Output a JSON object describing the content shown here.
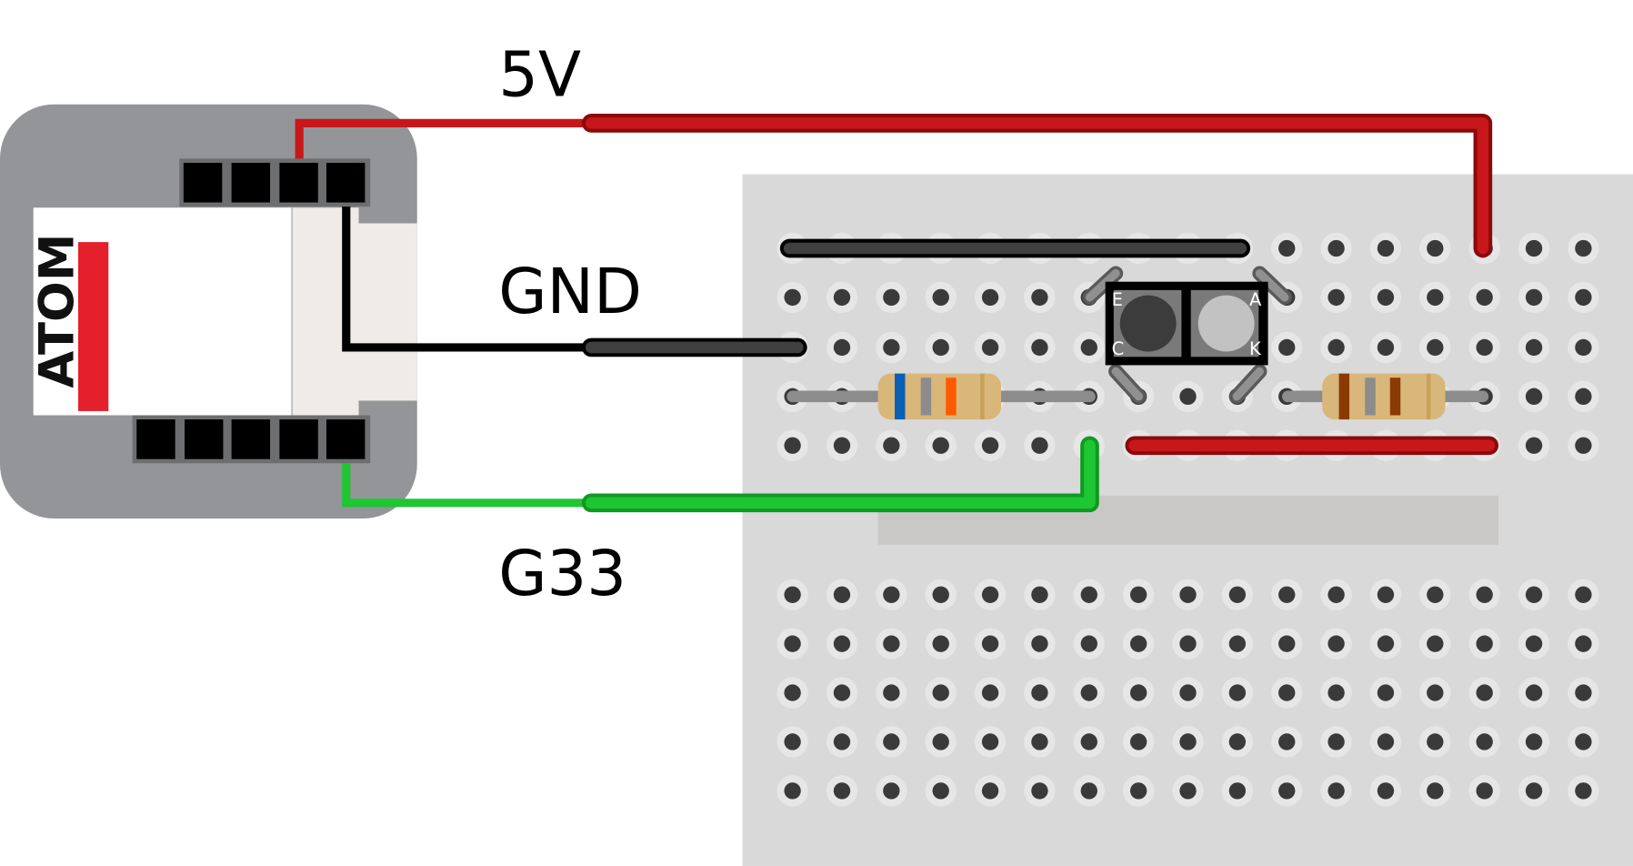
{
  "labels": {
    "v5": "5V",
    "gnd": "GND",
    "g33": "G33"
  },
  "module": {
    "logo_text": "ATOM"
  },
  "sensor": {
    "pins": {
      "e": "E",
      "c": "C",
      "a": "A",
      "k": "K"
    }
  },
  "colors": {
    "red_wire": "#c8171a",
    "black_wire": "#3a3a3a",
    "green_wire": "#1ec632",
    "breadboard": "#d9d9d9",
    "module": "#939598"
  },
  "breadboard": {
    "columns": 17,
    "top_rows": 5,
    "bottom_rows": 5
  }
}
